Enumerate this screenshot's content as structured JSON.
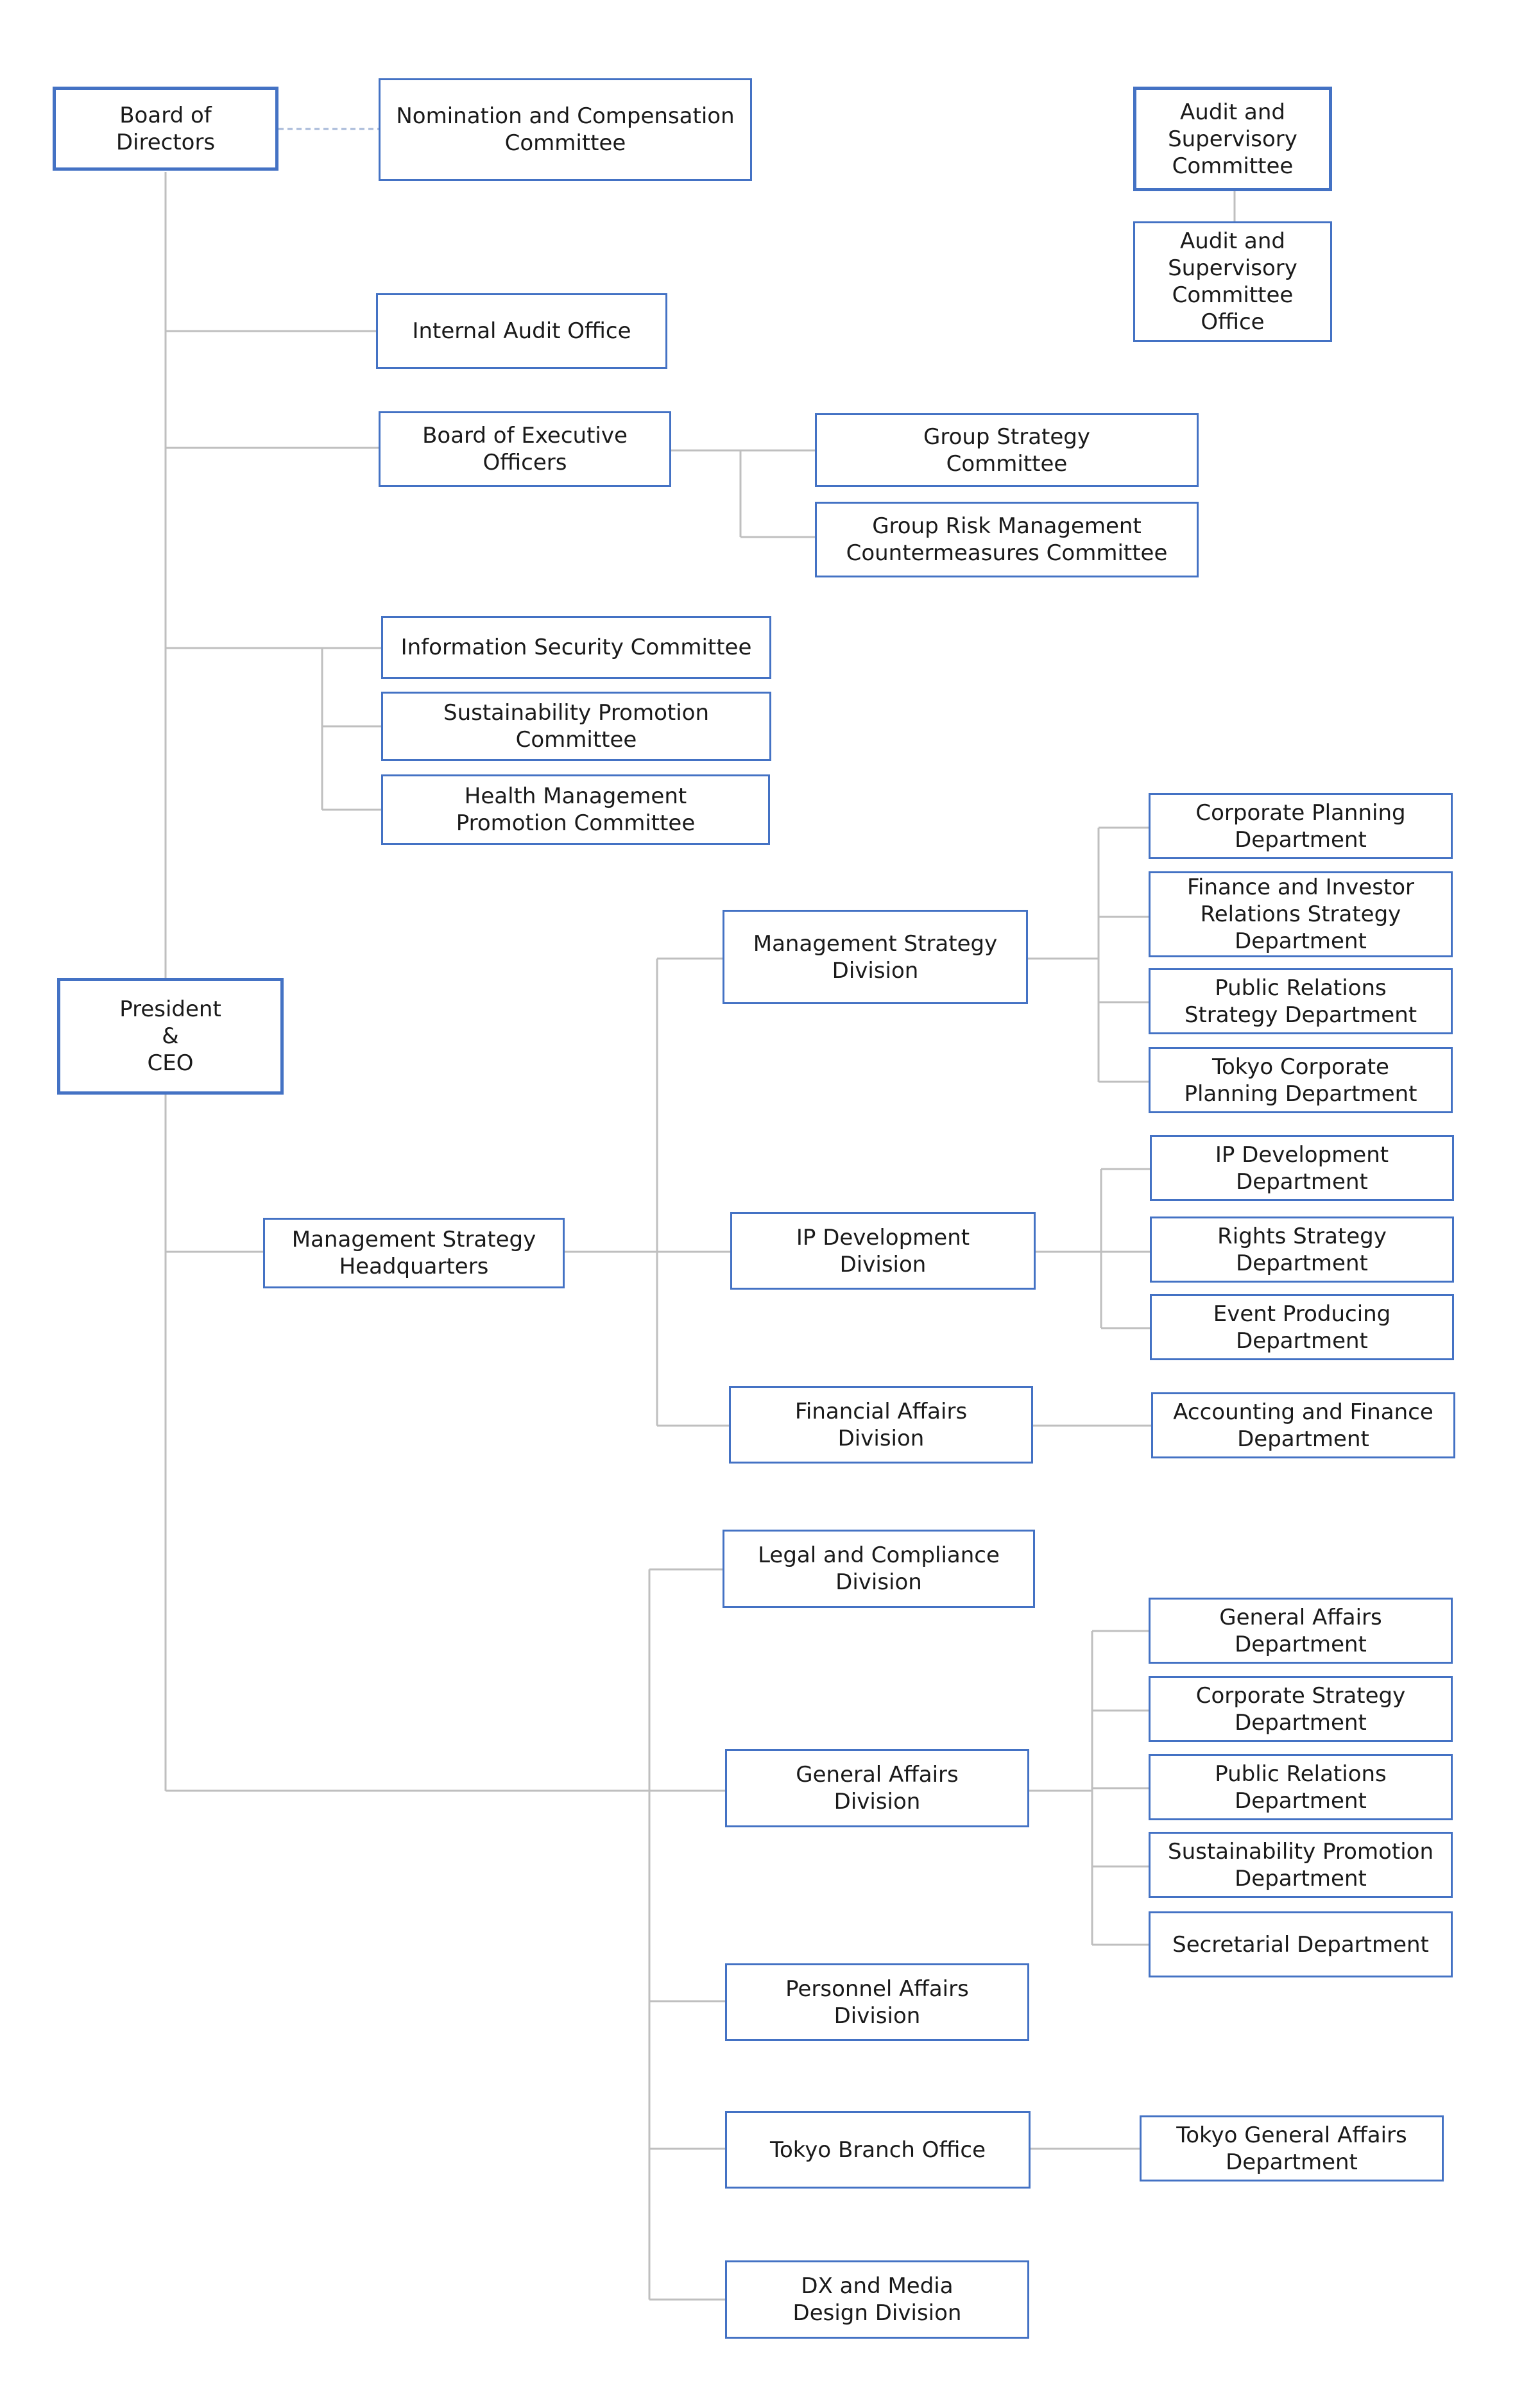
{
  "org_chart": {
    "board": "Board of\nDirectors",
    "nomination": "Nomination and Compensation\nCommittee",
    "audit_committee": "Audit and\nSupervisory\nCommittee",
    "audit_office": "Audit and\nSupervisory\nCommittee\nOffice",
    "internal_audit": "Internal Audit Office",
    "exec_board": "Board of Executive\nOfficers",
    "group_strategy": "Group Strategy\nCommittee",
    "group_risk": "Group Risk Management\nCountermeasures Committee",
    "info_security": "Information Security Committee",
    "sustainability_committee": "Sustainability Promotion\nCommittee",
    "health_committee": "Health Management\nPromotion Committee",
    "president": "President\n&\nCEO",
    "mgmt_hq": "Management Strategy\nHeadquarters",
    "mgmt_division": "Management Strategy\nDivision",
    "ip_division": "IP Development\nDivision",
    "financial_division": "Financial Affairs\nDivision",
    "corporate_planning": "Corporate Planning\nDepartment",
    "finance_ir": "Finance and Investor\nRelations Strategy\nDepartment",
    "pr_strategy": "Public Relations\nStrategy Department",
    "tokyo_corp_planning": "Tokyo Corporate\nPlanning Department",
    "ip_dept": "IP Development\nDepartment",
    "rights_strategy": "Rights Strategy\nDepartment",
    "event_producing": "Event Producing\nDepartment",
    "accounting_finance": "Accounting and Finance\nDepartment",
    "legal_division": "Legal and Compliance\nDivision",
    "general_affairs_division": "General Affairs\nDivision",
    "personnel_division": "Personnel Affairs\nDivision",
    "tokyo_branch": "Tokyo Branch Office",
    "dx_division": "DX and Media\nDesign Division",
    "general_affairs_dept": "General Affairs\nDepartment",
    "corporate_strategy_dept": "Corporate Strategy\nDepartment",
    "public_relations_dept": "Public Relations\nDepartment",
    "sustainability_dept": "Sustainability Promotion\nDepartment",
    "secretarial_dept": "Secretarial Department",
    "tokyo_general_affairs": "Tokyo General Affairs\nDepartment"
  },
  "colors": {
    "box_border": "#4472c4",
    "connector": "#bfbfbf",
    "text": "#1a1a1a"
  }
}
